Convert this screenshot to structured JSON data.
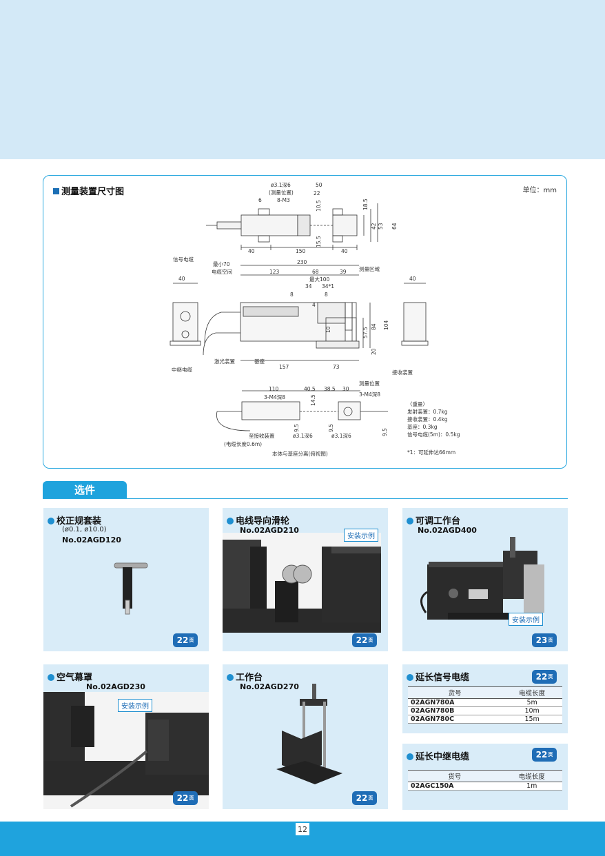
{
  "dimension_panel": {
    "title": "测量装置尺寸图",
    "unit": "单位：mm",
    "labels": {
      "hole_top": "ø3.1深6",
      "measure_pos": "(测量位置)",
      "m3": "8-M3",
      "d50": "50",
      "d22": "22",
      "d6": "6",
      "d10_5": "10.5",
      "d18_5": "18.5",
      "d42": "42",
      "d53": "53",
      "d64": "64",
      "d15_5": "15.5",
      "d40a": "40",
      "d150": "150",
      "d40b": "40",
      "signal_cable": "信号电缆",
      "min70": "最小70",
      "cable_space": "电缆空间",
      "d230": "230",
      "d123": "123",
      "d68": "68",
      "d39": "39",
      "measure_area": "测量区域",
      "max100": "最大100",
      "d34a": "34",
      "d34b": "34*1",
      "d8a": "8",
      "d8b": "8",
      "d4": "4",
      "d10": "10",
      "d57_5": "57.5",
      "d84": "84",
      "d104": "104",
      "d20": "20",
      "d40_left": "40",
      "d40_right": "40",
      "relay_cable": "中继电缆",
      "laser_device": "激光装置",
      "base": "基座",
      "d157": "157",
      "d73": "73",
      "receiver": "接收装置",
      "measure_pos2": "测量位置",
      "d110": "110",
      "d40_5": "40.5",
      "d38_5": "38.5",
      "d30": "30",
      "m4a": "3-M4深8",
      "m4b": "3-M4深8",
      "d14_5": "14.5",
      "d9_5a": "9.5",
      "d9_5b": "9.5",
      "d9_5c": "9.5",
      "hole_a": "ø3.1深6",
      "hole_b": "ø3.1深6",
      "to_receiver": "至接收装置",
      "cable_len": "(电缆长度0.6m)",
      "separated": "本体与基座分离(俯视图)"
    },
    "weights": [
      "〈重量〉",
      "发射装置：0.7kg",
      "接收装置：0.4kg",
      "基座：0.3kg",
      "信号电缆(5m)：0.5kg"
    ],
    "note": "*1：可延伸达66mm"
  },
  "options": {
    "header": "选件",
    "cards": [
      {
        "title": "校正规套装",
        "sub": "(ø0.1, ø10.0)",
        "code": "No.02AGD120",
        "page": "22",
        "page_suffix": "页"
      },
      {
        "title": "电线导向滑轮",
        "code": "No.02AGD210",
        "tag": "安装示例",
        "page": "22",
        "page_suffix": "页"
      },
      {
        "title": "可调工作台",
        "code": "No.02AGD400",
        "tag": "安装示例",
        "page": "23",
        "page_suffix": "页"
      },
      {
        "title": "空气幕罩",
        "code": "No.02AGD230",
        "tag": "安装示例",
        "page": "22",
        "page_suffix": "页"
      },
      {
        "title": "工作台",
        "code": "No.02AGD270",
        "page": "22",
        "page_suffix": "页"
      }
    ],
    "signal_cable": {
      "title": "延长信号电缆",
      "page": "22",
      "page_suffix": "页",
      "headers": [
        "货号",
        "电缆长度"
      ],
      "rows": [
        [
          "02AGN780A",
          "5m"
        ],
        [
          "02AGN780B",
          "10m"
        ],
        [
          "02AGN780C",
          "15m"
        ]
      ]
    },
    "relay_cable": {
      "title": "延长中继电缆",
      "page": "22",
      "page_suffix": "页",
      "headers": [
        "货号",
        "电缆长度"
      ],
      "rows": [
        [
          "02AGC150A",
          "1m"
        ]
      ]
    }
  },
  "footer": {
    "page_number": "12"
  }
}
